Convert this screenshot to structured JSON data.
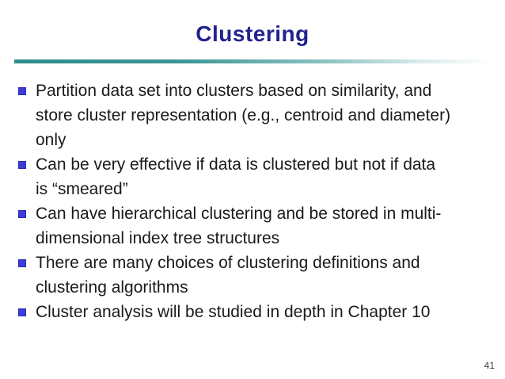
{
  "slide": {
    "title": "Clustering",
    "page_number": "41",
    "colors": {
      "title_navy": "#23238f",
      "bullet_blue": "#3d3dd6",
      "rule_teal": "#2e8c8c",
      "body_text": "#1a1a1a"
    },
    "bullets": [
      {
        "text": "Partition data set into clusters based on similarity, and store cluster representation (e.g., centroid and diameter) only",
        "lines": [
          "Partition data set into clusters based on similarity, and",
          "store cluster representation (e.g., centroid and diameter)",
          "only"
        ]
      },
      {
        "text": "Can be very effective if data is clustered but not if data is “smeared”",
        "lines": [
          "Can be very effective if data is clustered but not if data",
          "is “smeared”"
        ]
      },
      {
        "text": "Can have hierarchical clustering and be stored in multi-dimensional index tree structures",
        "lines": [
          "Can have hierarchical clustering and be stored in multi-",
          "dimensional index tree structures"
        ]
      },
      {
        "text": "There are many choices of clustering definitions and clustering algorithms",
        "lines": [
          "There are many choices of clustering definitions and",
          "clustering algorithms"
        ]
      },
      {
        "text": "Cluster analysis will be studied in depth in Chapter 10",
        "lines": [
          "Cluster analysis will be studied in depth in Chapter 10"
        ]
      }
    ]
  }
}
